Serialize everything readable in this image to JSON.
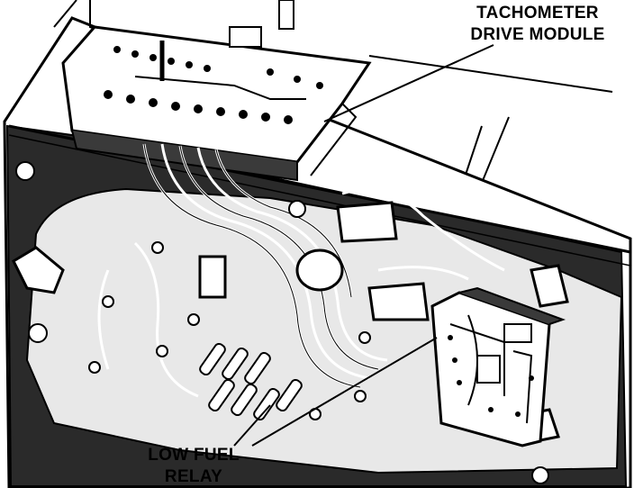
{
  "diagram": {
    "labels": {
      "tachometer": {
        "line1": "TACHOMETER",
        "line2": "DRIVE MODULE"
      },
      "relay": {
        "line1": "LOW FUEL",
        "line2": "RELAY"
      }
    },
    "colors": {
      "ink": "#000000",
      "paper": "#ffffff",
      "shade": "#2a2a2a"
    }
  }
}
